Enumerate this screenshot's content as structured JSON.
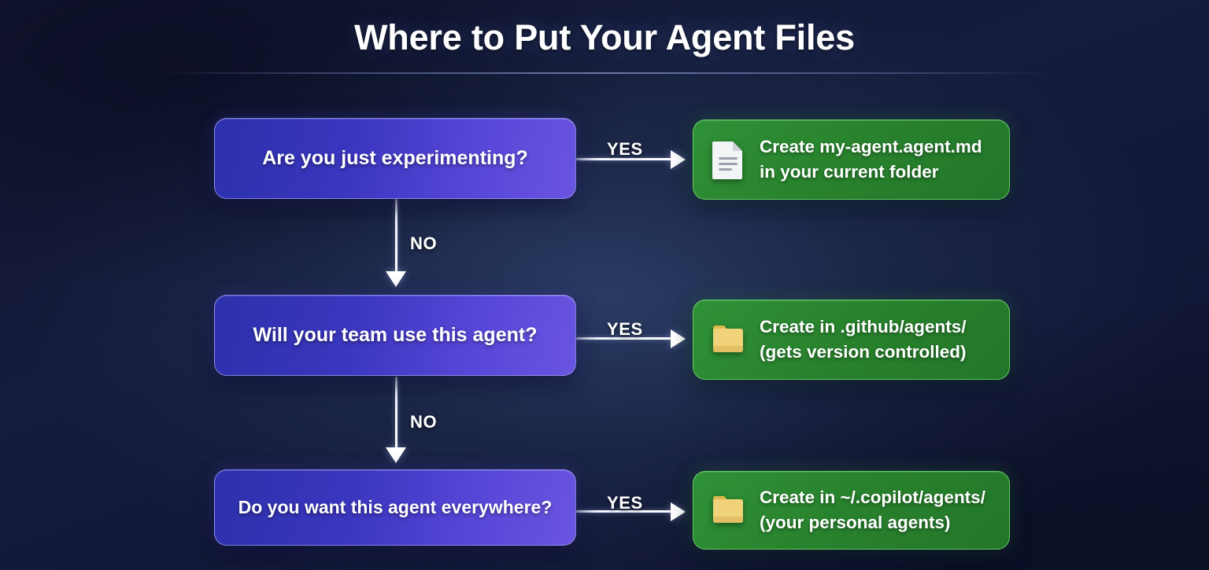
{
  "page": {
    "title": "Where to Put Your Agent Files",
    "background_color": "#141a3a",
    "accent_decision_color": "#4a3fd0",
    "accent_outcome_color": "#2a8a2f"
  },
  "flow": {
    "steps": [
      {
        "decision": "Are you just experimenting?",
        "yes_label": "YES",
        "no_label": "NO",
        "outcome_icon": "document-icon",
        "outcome_line1": "Create my-agent.agent.md",
        "outcome_line2": "in your current folder"
      },
      {
        "decision": "Will your team use this agent?",
        "yes_label": "YES",
        "no_label": "NO",
        "outcome_icon": "folder-icon",
        "outcome_line1": "Create in .github/agents/",
        "outcome_line2": "(gets version controlled)"
      },
      {
        "decision": "Do you want this agent everywhere?",
        "yes_label": "YES",
        "no_label": "",
        "outcome_icon": "folder-icon",
        "outcome_line1": "Create in ~/.copilot/agents/",
        "outcome_line2": "(your personal agents)"
      }
    ]
  }
}
